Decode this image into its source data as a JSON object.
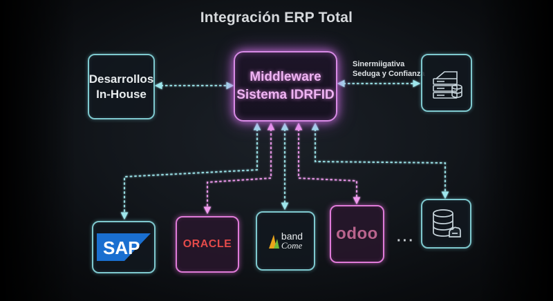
{
  "diagram": {
    "title": "Integración ERP Total",
    "middleware": {
      "line1": "Middleware",
      "line2": "Sistema IDRFID"
    },
    "inhouse": {
      "line1": "Desarrollos",
      "line2": "In-House"
    },
    "side_label": {
      "line1": "Sinermiigativa",
      "line2": "Seduga y Confianza"
    },
    "systems": {
      "sap": "SAP",
      "oracle": "ORACLE",
      "bandcome": {
        "line1": "band",
        "line2": "Come"
      },
      "odoo": "odoo"
    },
    "ellipsis": "···",
    "colors": {
      "cyan": "#7fc9cf",
      "pink": "#e07bd9",
      "sap_blue": "#1a6fd0",
      "odoo_pink": "#b9648d"
    },
    "icons": [
      "server-rack-icon",
      "database-cloud-icon",
      "bandcome-logo-icon"
    ]
  }
}
